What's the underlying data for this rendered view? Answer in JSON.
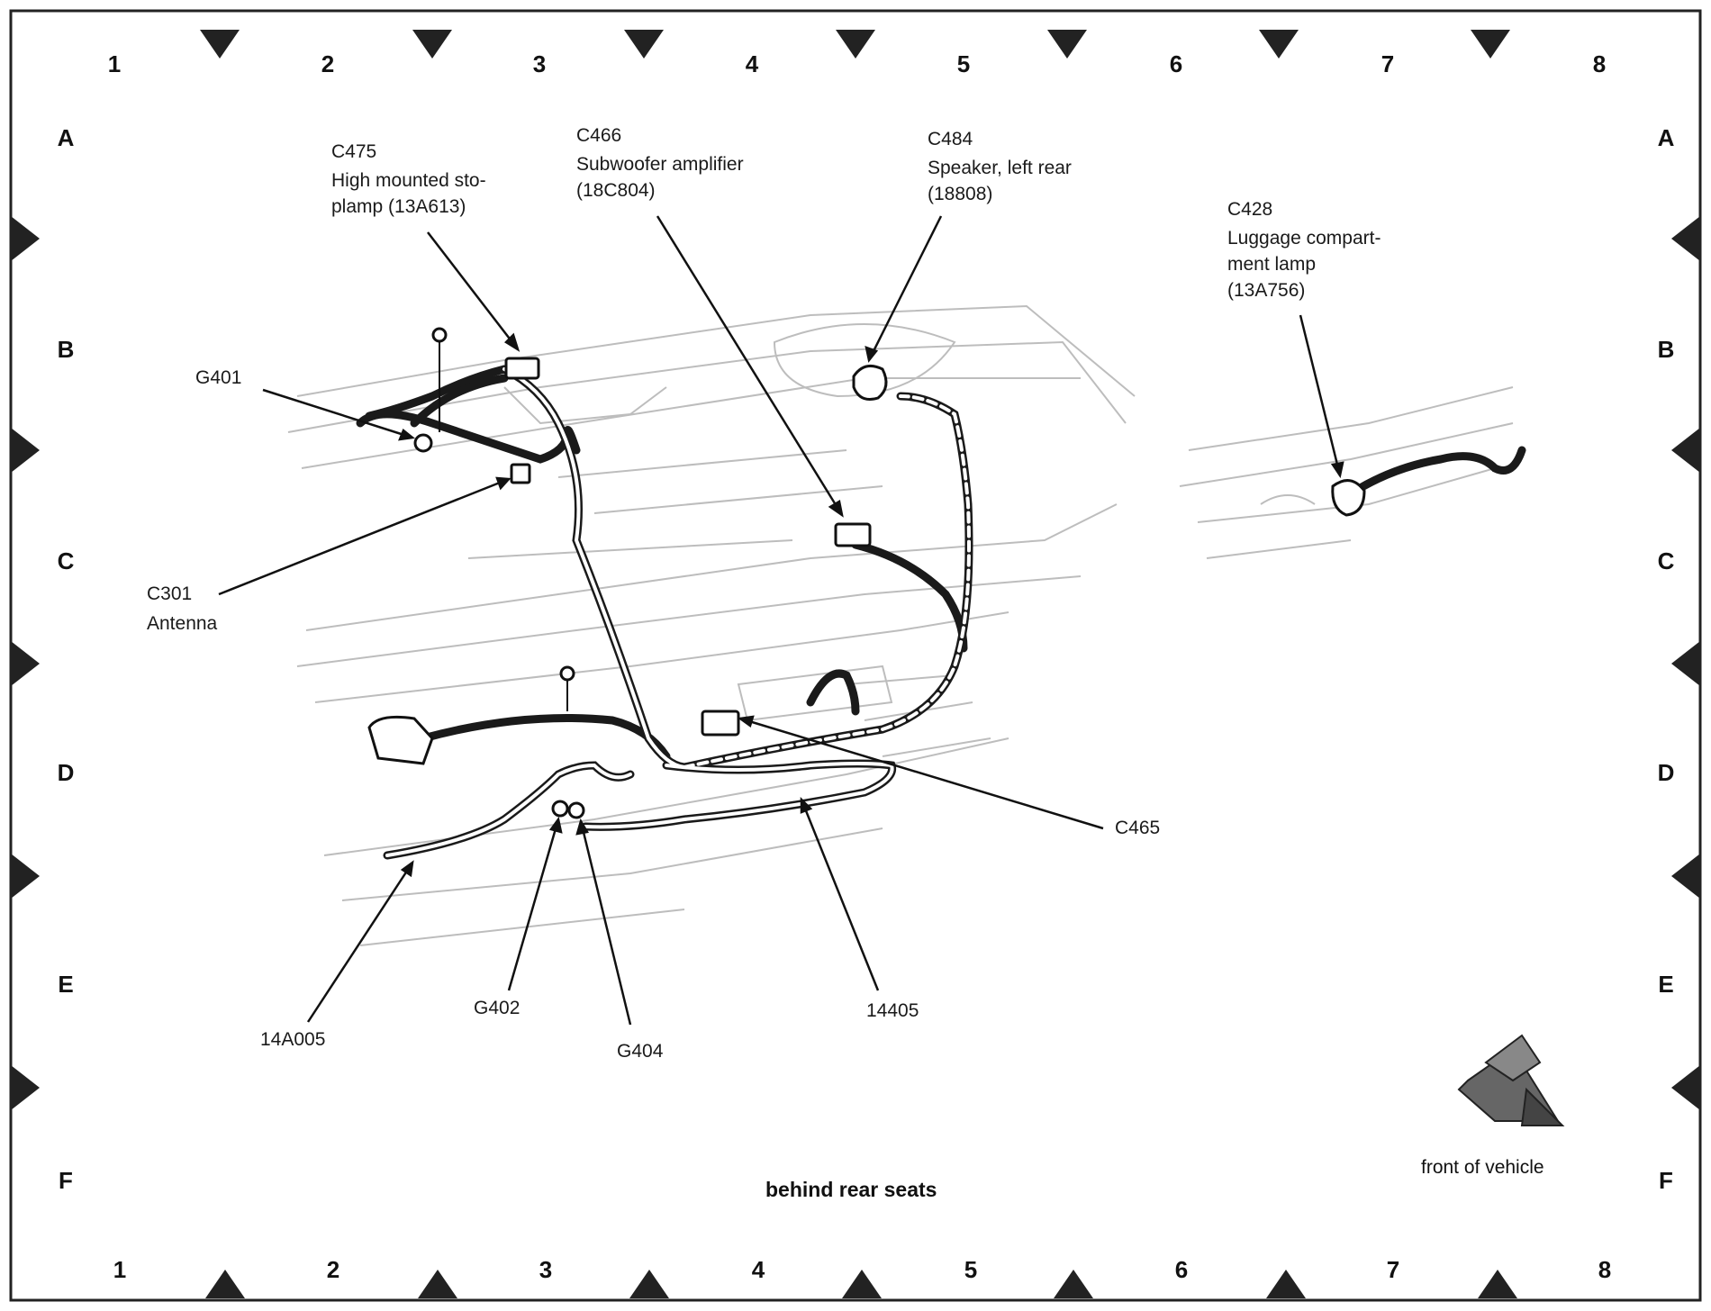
{
  "grid": {
    "columns": [
      "1",
      "2",
      "3",
      "4",
      "5",
      "6",
      "7",
      "8"
    ],
    "rows": [
      "A",
      "B",
      "C",
      "D",
      "E",
      "F"
    ]
  },
  "callouts": {
    "c475": {
      "id": "C475",
      "desc": "High mounted sto-\nplamp (13A613)"
    },
    "c466": {
      "id": "C466",
      "desc": "Subwoofer amplifier\n(18C804)"
    },
    "c484": {
      "id": "C484",
      "desc": "Speaker, left rear\n(18808)"
    },
    "c428": {
      "id": "C428",
      "desc": "Luggage compart-\nment lamp\n(13A756)"
    },
    "g401": {
      "id": "G401"
    },
    "c301": {
      "id": "C301",
      "desc": "Antenna"
    },
    "c465": {
      "id": "C465"
    },
    "h14a005": {
      "id": "14A005"
    },
    "g402": {
      "id": "G402"
    },
    "g404": {
      "id": "G404"
    },
    "h14405": {
      "id": "14405"
    }
  },
  "caption": "behind rear seats",
  "orientation": "front of vehicle",
  "colors": {
    "line": "#1a1a1a",
    "faint": "#b8b8b8",
    "arrow": "#555555"
  }
}
